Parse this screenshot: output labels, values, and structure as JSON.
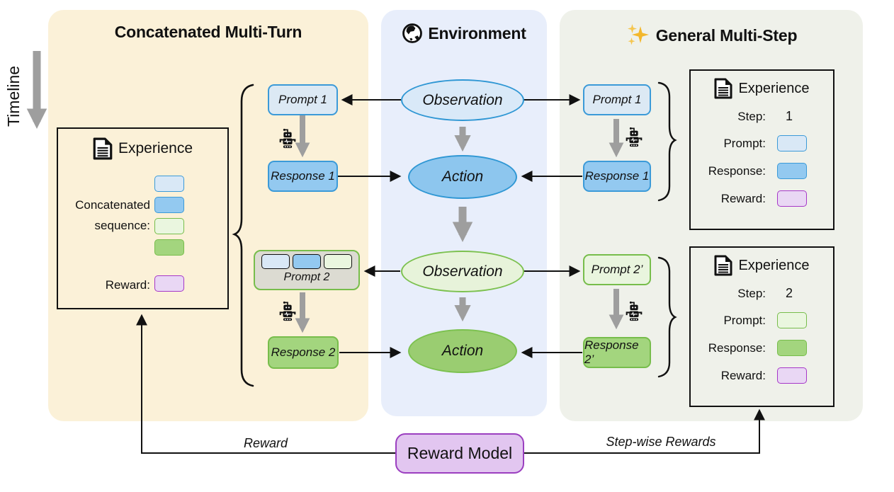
{
  "timeline": {
    "label": "Timeline"
  },
  "panels": {
    "left": {
      "title": "Concatenated Multi-Turn"
    },
    "middle": {
      "title": "Environment"
    },
    "right": {
      "title": "General Multi-Step"
    }
  },
  "environment": {
    "observation1": "Observation",
    "action1": "Action",
    "observation2": "Observation",
    "action2": "Action"
  },
  "concat_flow": {
    "prompt1": "Prompt 1",
    "response1": "Response 1",
    "prompt2": "Prompt 2",
    "response2": "Response 2"
  },
  "multistep_flow": {
    "prompt1": "Prompt 1",
    "response1": "Response 1",
    "prompt2": "Prompt 2’",
    "response2": "Response 2’"
  },
  "concat_experience": {
    "title": "Experience",
    "sequence_label_line1": "Concatenated",
    "sequence_label_line2": "sequence:",
    "reward_label": "Reward:"
  },
  "step_experience_1": {
    "title": "Experience",
    "step_label": "Step:",
    "step_value": "1",
    "prompt_label": "Prompt:",
    "response_label": "Response:",
    "reward_label": "Reward:"
  },
  "step_experience_2": {
    "title": "Experience",
    "step_label": "Step:",
    "step_value": "2",
    "prompt_label": "Prompt:",
    "response_label": "Response:",
    "reward_label": "Reward:"
  },
  "reward_model": {
    "label": "Reward Model",
    "left_arrow_label": "Reward",
    "right_arrow_label": "Step-wise Rewards"
  },
  "icons": {
    "globe": "globe-icon",
    "sparkles": "sparkles-icon",
    "document": "document-icon",
    "robot": "robot-icon"
  },
  "colors": {
    "panel_left_bg": "#fbf1d8",
    "panel_middle_bg": "#e8eefb",
    "panel_right_bg": "#eff1ea",
    "prompt_blue_fill": "#dce9f4",
    "response_blue_fill": "#93c9f0",
    "blue_border": "#3b9ad8",
    "prompt_green_fill": "#e9f5de",
    "response_green_fill": "#a3d57e",
    "green_border": "#77bd4b",
    "reward_swatch_fill": "#e9d7f4",
    "reward_border": "#a637c8",
    "reward_model_fill": "#e2c6f0",
    "reward_model_border": "#9b3fc0",
    "gray_arrow": "#9e9e9e",
    "prompt2_container_fill": "#dcdbd2"
  }
}
